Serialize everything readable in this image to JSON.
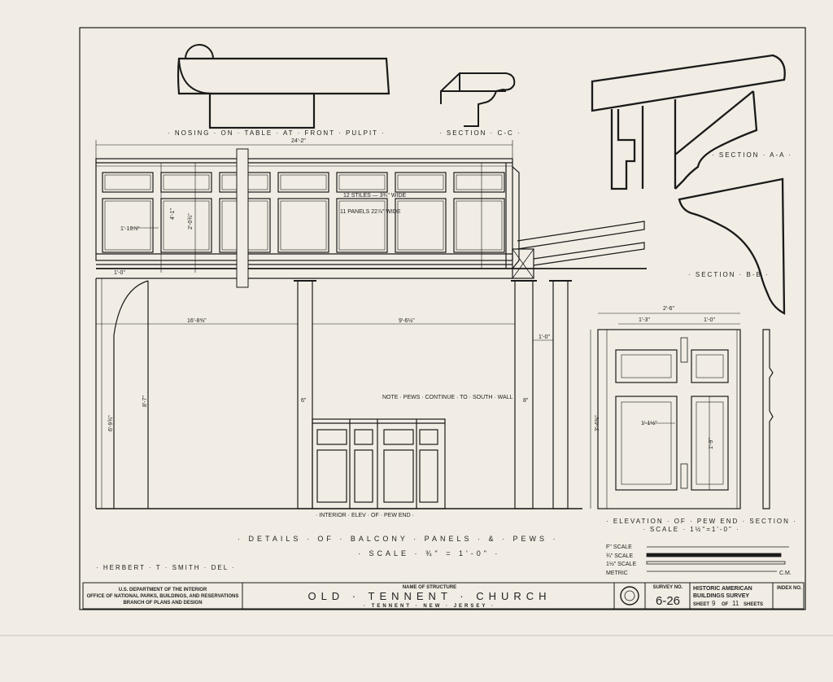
{
  "labels": {
    "nosing": "· NOSING · ON · TABLE · AT · FRONT · PULPIT ·",
    "section_cc": "· SECTION · C-C ·",
    "section_aa": "· SECTION · A-A ·",
    "section_bb": "· SECTION · B-B ·",
    "pew_note": "NOTE · PEWS · CONTINUE · TO · SOUTH · WALL",
    "stiles": "12 STILES — 3¾\" WIDE",
    "panels": "11 PANELS 22⅞\" WIDE",
    "interior_elev": "· INTERIOR · ELEV · OF · PEW END ·",
    "pew_end_elev": "· ELEVATION · OF · PEW END · SECTION ·",
    "pew_end_scale": "· SCALE · 1½\"=1'-0\" ·",
    "details_title": "· DETAILS · OF · BALCONY · PANELS · & · PEWS ·",
    "details_scale": "· SCALE · ¾\" = 1'-0\" ·",
    "delineator": "· HERBERT · T · SMITH · DEL ·"
  },
  "dimensions": {
    "overall": "24'-2\"",
    "left_bay": "16'-8⅝\"",
    "right_bay": "9'-6½\"",
    "panel_w": "1'-10⅞\"",
    "panel_h": "2'-0¾\"",
    "balcony_h": "4'-1\"",
    "col_h": "8'-7\"",
    "col_off": "1'-0\"",
    "left_h": "6'-9¾\"",
    "col_w": "6\"",
    "col_w2": "8\"",
    "pew_w": "2'-6\"",
    "pew_half": "1'-3\"",
    "pew_half2": "1'-0\"",
    "pew_h": "3'-4⅜\"",
    "pew_panel": "1'-1½\"",
    "pew_panel_h": "1'-9\""
  },
  "scales": {
    "rows": [
      "F'' SCALE",
      "¾\" SCALE",
      "1½\" SCALE",
      "METRIC"
    ],
    "unit": "C.M."
  },
  "title_block": {
    "agency_lines": [
      "U.S. DEPARTMENT OF THE INTERIOR",
      "OFFICE OF NATIONAL PARKS, BUILDINGS, AND RESERVATIONS",
      "BRANCH OF PLANS AND DESIGN"
    ],
    "name_label": "NAME OF STRUCTURE",
    "structure_name": "OLD · TENNENT · CHURCH",
    "location": "· TENNENT · NEW · JERSEY ·",
    "survey_label": "SURVEY NO.",
    "survey_no": "6-26",
    "habs_line1": "HISTORIC AMERICAN",
    "habs_line2": "BUILDINGS SURVEY",
    "sheet_word": "SHEET",
    "sheet_no": "9",
    "of_word": "OF",
    "sheet_total": "11",
    "sheets_word": "SHEETS",
    "index_label": "INDEX NO."
  }
}
